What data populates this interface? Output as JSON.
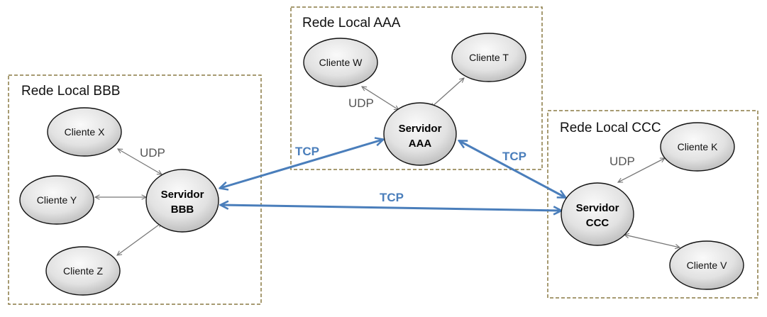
{
  "regions": {
    "aaa": {
      "title": "Rede Local AAA"
    },
    "bbb": {
      "title": "Rede Local BBB"
    },
    "ccc": {
      "title": "Rede Local CCC"
    }
  },
  "servers": {
    "aaa": {
      "line1": "Servidor",
      "line2": "AAA"
    },
    "bbb": {
      "line1": "Servidor",
      "line2": "BBB"
    },
    "ccc": {
      "line1": "Servidor",
      "line2": "CCC"
    }
  },
  "clients": {
    "w": "Cliente W",
    "t": "Cliente T",
    "x": "Cliente X",
    "y": "Cliente Y",
    "z": "Cliente Z",
    "k": "Cliente K",
    "v": "Cliente V"
  },
  "protocols": {
    "udp_aaa": "UDP",
    "udp_bbb": "UDP",
    "udp_ccc": "UDP",
    "tcp_bbb_aaa": "TCP",
    "tcp_aaa_ccc": "TCP",
    "tcp_bbb_ccc": "TCP"
  },
  "colors": {
    "tcp_link": "#4a7ebb",
    "udp_link": "#777777",
    "region_border": "#8a7a44"
  }
}
